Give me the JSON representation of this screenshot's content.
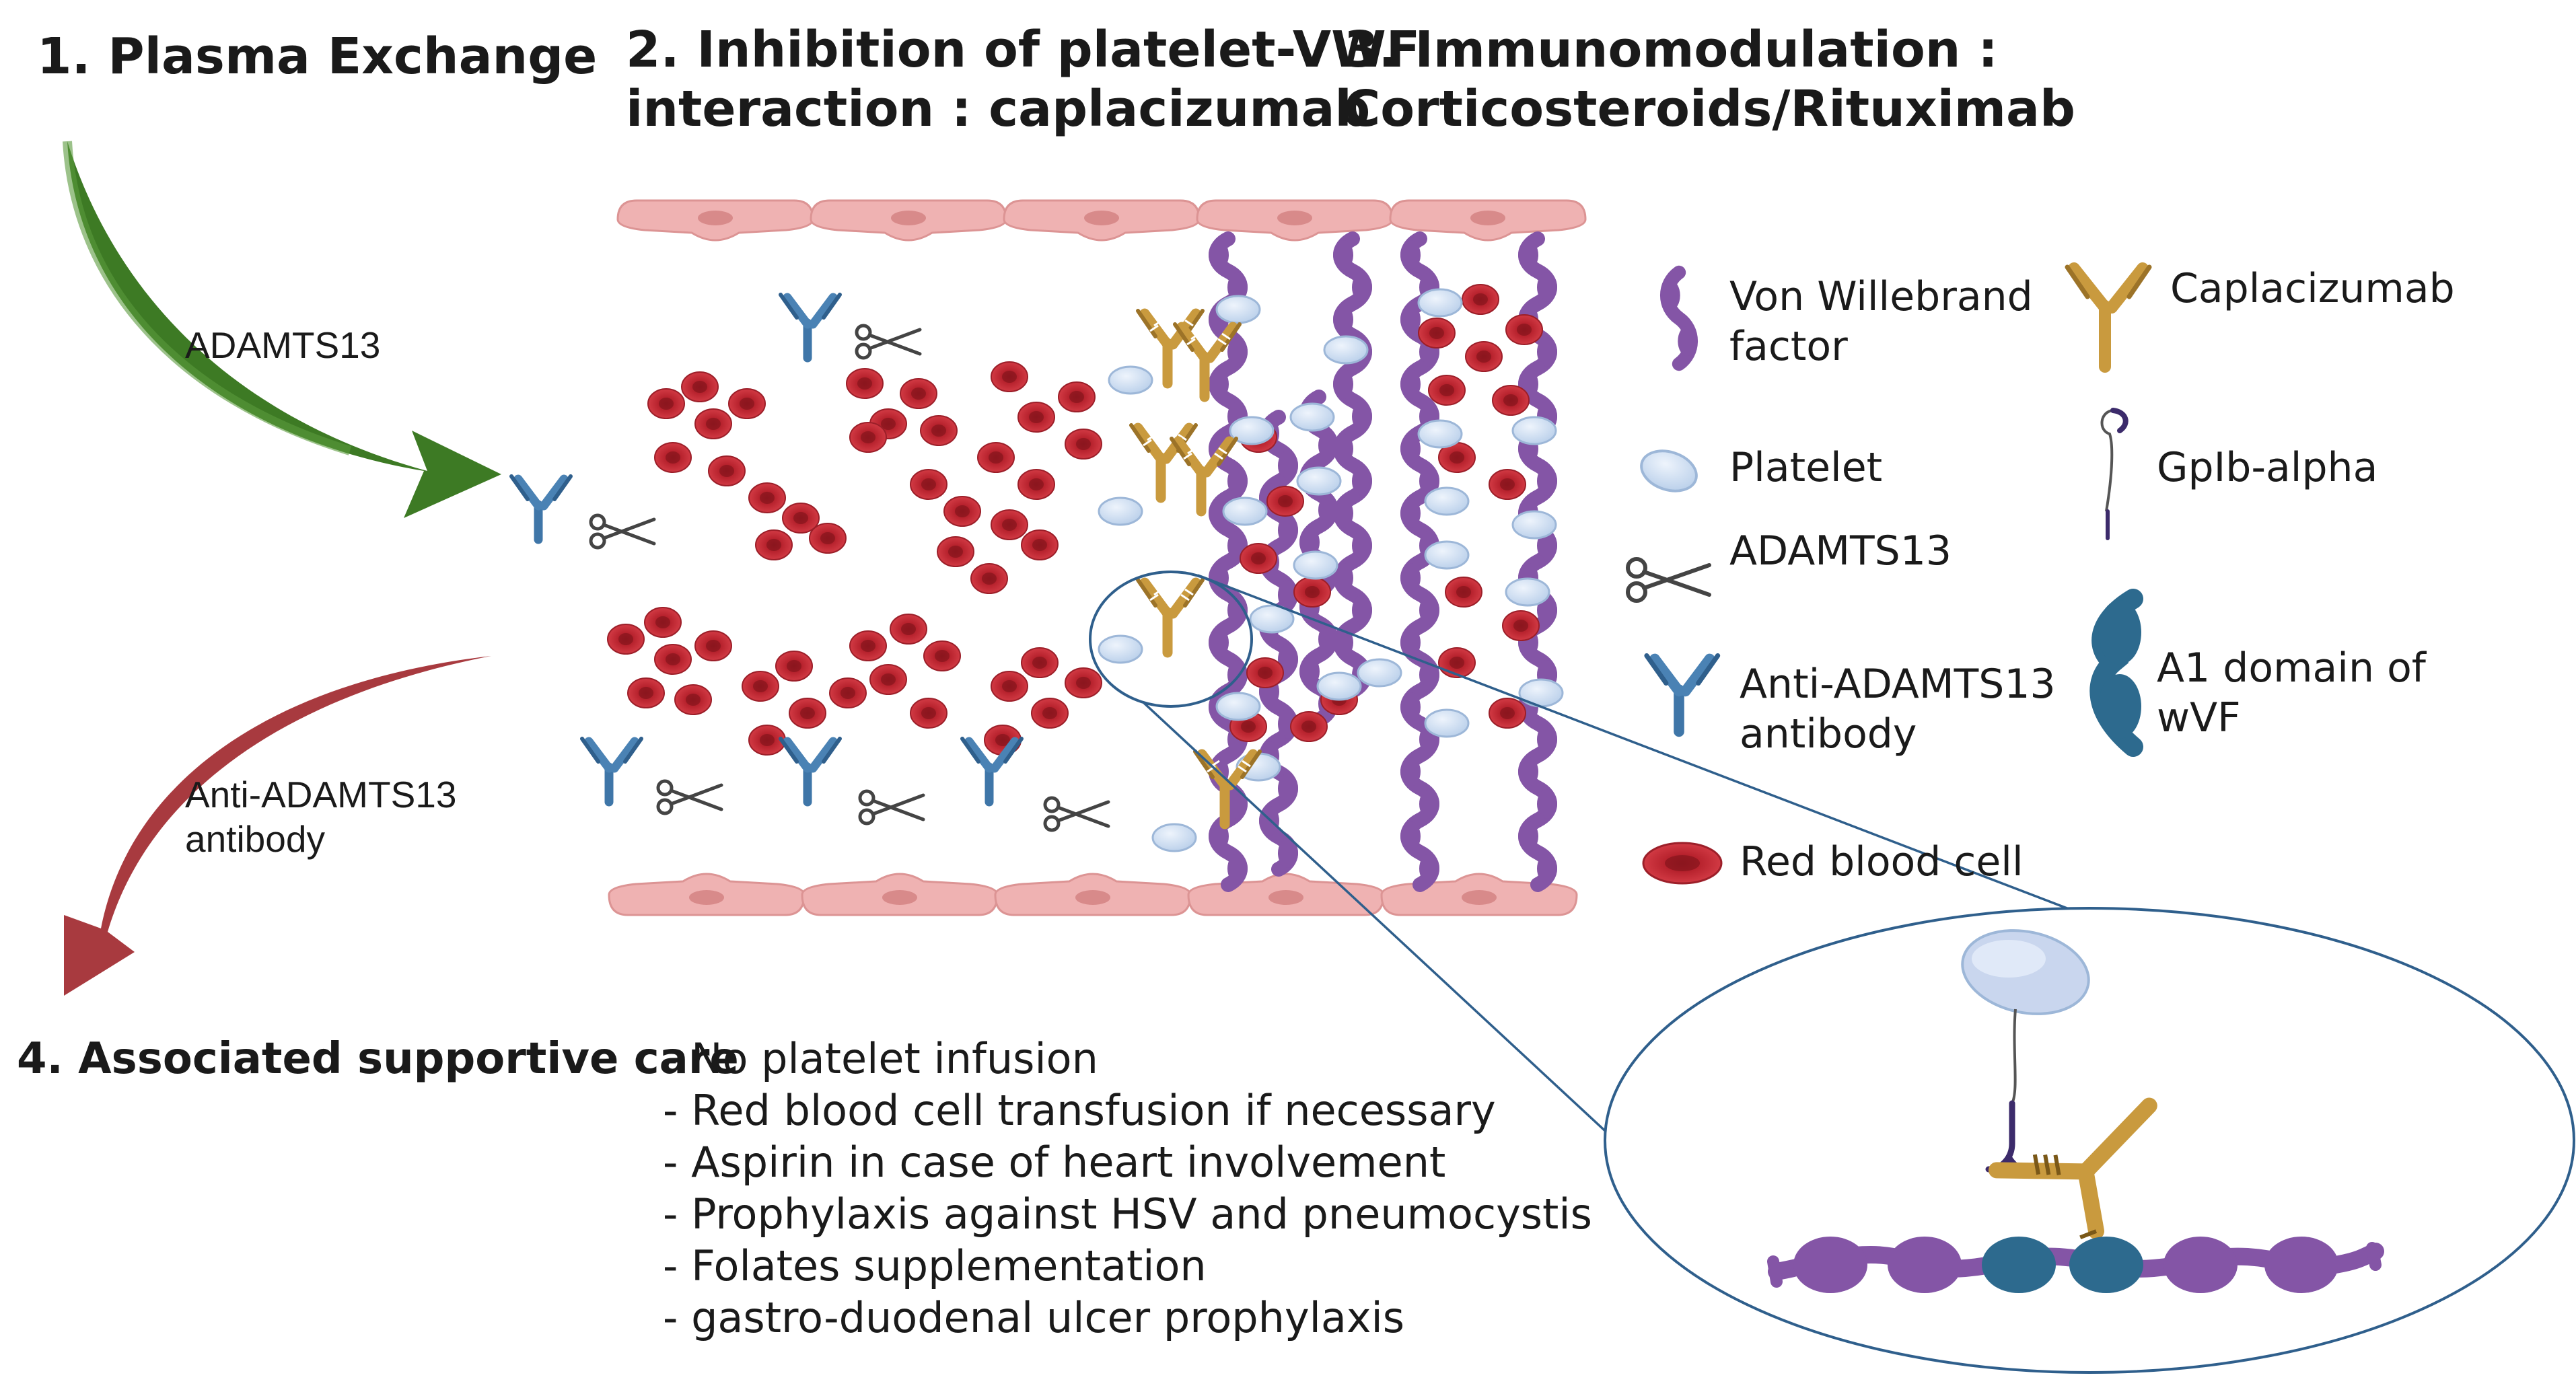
{
  "headings": {
    "plasma_exchange": "1. Plasma Exchange",
    "inhibition_line1": "2. Inhibition of platelet-VWF",
    "inhibition_line2": "interaction : caplacizumab",
    "immuno_line1": "3. Immunomodulation :",
    "immuno_line2": "Corticosteroids/Rituximab",
    "supportive_care": "4. Associated supportive care"
  },
  "arrow_labels": {
    "in": "ADAMTS13",
    "out_line1": "Anti-ADAMTS13",
    "out_line2": "antibody"
  },
  "legend": {
    "vwf_line1": "Von Willebrand",
    "vwf_line2": "factor",
    "caplacizumab": "Caplacizumab",
    "platelet": "Platelet",
    "gpib": "GpIb-alpha",
    "adamts13": "ADAMTS13",
    "antibody_line1": "Anti-ADAMTS13",
    "antibody_line2": "antibody",
    "a1_line1": "A1 domain of",
    "a1_line2": "wVF",
    "rbc": "Red blood cell"
  },
  "supportive_care_items": [
    "- No platelet infusion",
    "- Red blood cell transfusion if necessary",
    "- Aspirin in case of heart involvement",
    "- Prophylaxis against HSV and pneumocystis",
    "- Folates supplementation",
    "- gastro-duodenal ulcer prophylaxis"
  ],
  "colors": {
    "green_arrow": "#3d7a24",
    "red_arrow": "#a83a3f",
    "endothelium": "#efb2b2",
    "rbc": "#c62b36",
    "vwf": "#8455a6",
    "a1_domain": "#2d6a8e",
    "caplacizumab": "#c99a3e",
    "platelet": "#c9dcf2",
    "antibody": "#4a82b4"
  },
  "icons": [
    "scissors-icon",
    "antibody-icon",
    "caplacizumab-icon",
    "platelet-icon",
    "vwf-icon",
    "rbc-icon",
    "gpib-icon",
    "a1-domain-icon"
  ]
}
